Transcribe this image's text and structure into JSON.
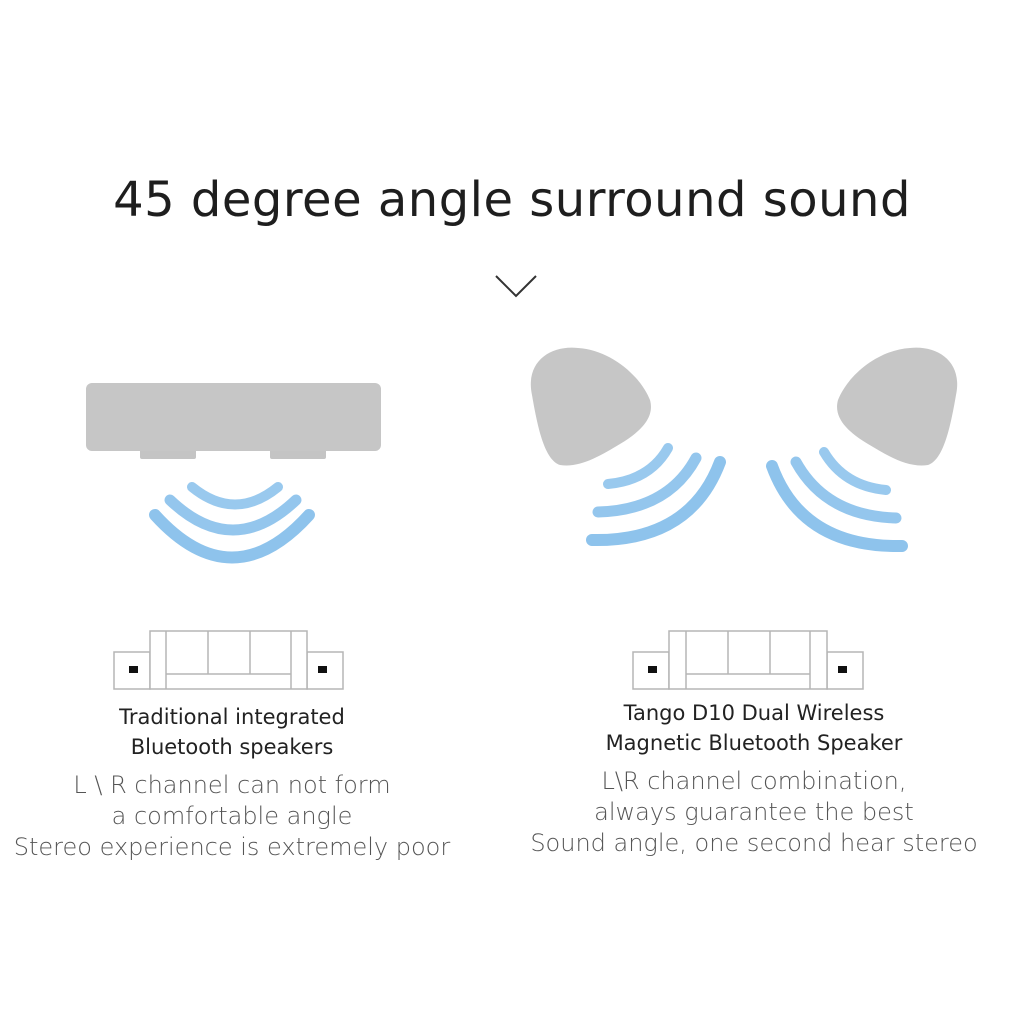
{
  "heading": "45 degree angle surround sound",
  "left": {
    "name_lines": [
      "Traditional integrated",
      "Bluetooth speakers"
    ],
    "desc_lines": [
      "L \\ R channel can not form",
      "a comfortable angle",
      "Stereo experience is extremely poor"
    ]
  },
  "right": {
    "name_lines": [
      "Tango D10 Dual Wireless",
      "Magnetic Bluetooth Speaker"
    ],
    "desc_lines": [
      "L\\R channel combination,",
      "always guarantee the best",
      "Sound angle, one second hear stereo"
    ]
  },
  "colors": {
    "speaker_gray": "#c6c6c6",
    "wave_blue": "#8ec3ec",
    "outline": "#b5b5b5"
  },
  "icons": [
    "chevron-down-icon",
    "soundbar-icon",
    "speaker-pod-icon",
    "sound-wave-icon",
    "sofa-icon"
  ]
}
